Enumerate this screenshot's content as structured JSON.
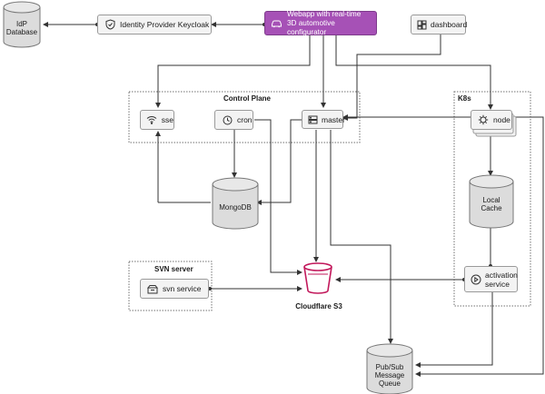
{
  "nodes": {
    "idp_db": "IdP\nDatabase",
    "identity_provider": "Identity Provider Keycloak",
    "webapp_line1": "Webapp with real-time",
    "webapp_line2": "3D automotive configurator",
    "dashboard": "dashboard",
    "sse": "sse",
    "cron": "cron",
    "master": "master",
    "node": "node",
    "mongodb": "MongoDB",
    "local_cache_line1": "Local",
    "local_cache_line2": "Cache",
    "svn_service": "svn service",
    "cloudflare_s3": "Cloudflare S3",
    "activation_line1": "activation",
    "activation_line2": "service",
    "pubsub_line1": "Pub/Sub",
    "pubsub_line2": "Message",
    "pubsub_line3": "Queue"
  },
  "groups": {
    "control_plane": "Control Plane",
    "k8s": "K8s",
    "svn_server": "SVN server"
  },
  "colors": {
    "webapp_fill": "#a651b6",
    "s3_accent": "#c2185b",
    "line": "#333333",
    "box_fill": "#f3f3f3",
    "cylinder_fill": "#dcdcdc"
  },
  "icons": {
    "identity_provider": "shield-icon",
    "webapp": "car-icon",
    "dashboard": "dashboard-grid-icon",
    "sse": "wifi-icon",
    "cron": "clock-icon",
    "master": "server-rack-icon",
    "node": "gear-chip-icon",
    "svn_service": "archive-icon",
    "activation_service": "play-circle-icon",
    "cloudflare_s3": "bucket-icon"
  }
}
